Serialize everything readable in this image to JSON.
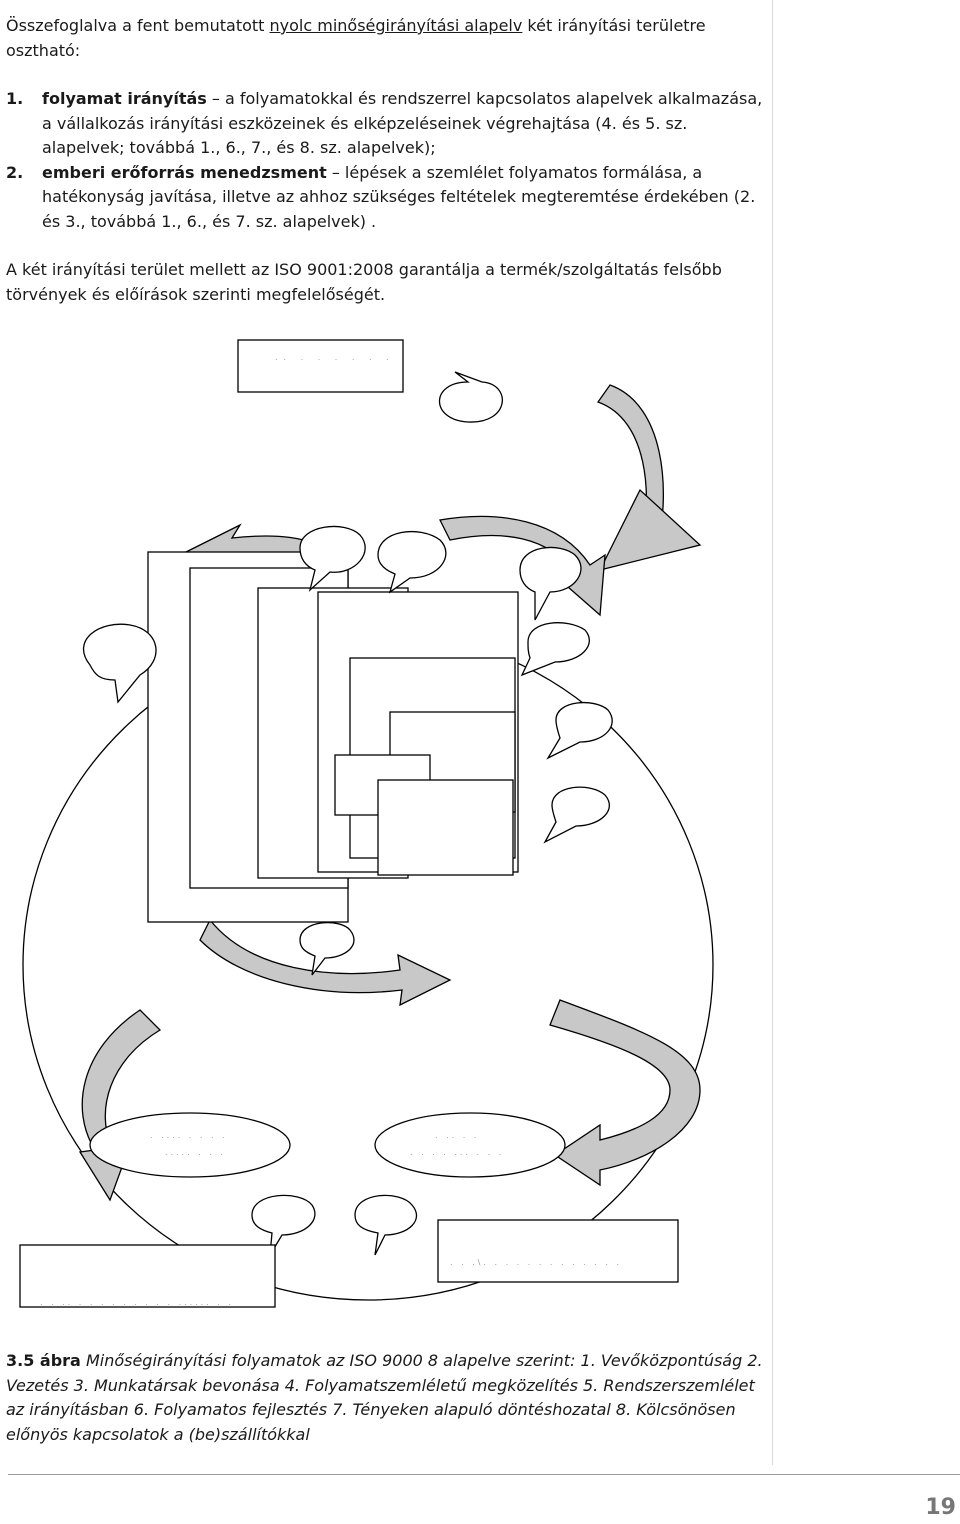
{
  "intro": {
    "before": "Összefoglalva a fent bemutatott ",
    "link": "nyolc minőségirányítási alapelv",
    "after": " két irányítási területre osztható:"
  },
  "list": [
    {
      "num": "1.",
      "term": "folyamat irányítás",
      "text": " – a folyamatokkal és rendszerrel kapcsolatos alapelvek alkalmazása, a vállalkozás irányítási eszközeinek és elképzeléseinek végrehajtása (4. és 5. sz. alapelvek; továbbá 1., 6., 7., és 8. sz. alapelvek);"
    },
    {
      "num": "2.",
      "term": "emberi erőforrás menedzsment",
      "text": " – lépések a szemlélet folyamatos formálása, a hatékonyság javítása, illetve az ahhoz szükséges feltételek megteremtése érdekében (2. és 3., továbbá 1., 6., és 7. sz. alapelvek) ."
    }
  ],
  "paragraph2": "A két irányítási terület mellett az ISO 9001:2008 garantálja a termék/szolgáltatás felsőbb törvények és előírások szerinti megfelelőségét.",
  "caption": {
    "label": "3.5 ábra",
    "title_part1": " Minőségirányítási folyamatok az ISO 9000 8 alapelve szerint: ",
    "num1": "1.",
    "text": " Vevőközpontúság 2. Vezetés 3. Munkatársak bevonása 4. Folyamatszemléletű megközelítés 5. Rendszerszemlélet az irányításban 6. Folyamatos fejlesztés 7. Tényeken alapuló döntéshozatal 8. Kölcsönösen előnyös kapcsolatok a (be)szállítókkal"
  },
  "page_number": "19",
  "colors": {
    "arrow_fill": "#c8c8c8",
    "line": "#000000",
    "rule": "#9a9a9a",
    "page_number": "#777777"
  }
}
